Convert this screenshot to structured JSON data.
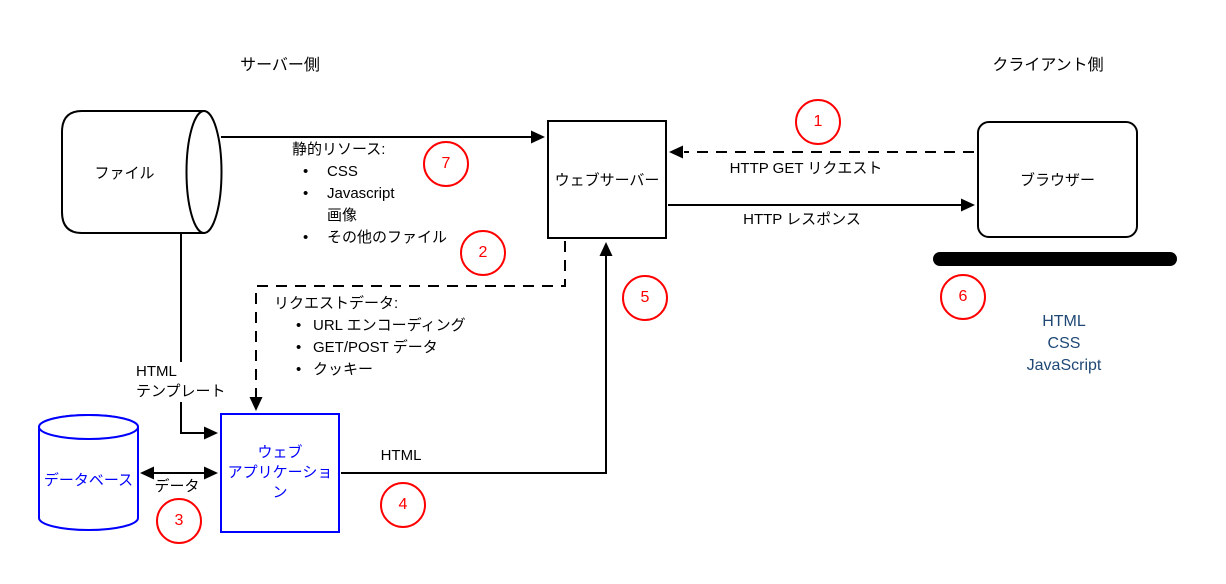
{
  "diagram": {
    "regions": {
      "server_side": "サーバー側",
      "client_side": "クライアント側"
    },
    "nodes": {
      "file": {
        "label": "ファイル"
      },
      "web_server": {
        "label": "ウェブサーバー"
      },
      "browser": {
        "label": "ブラウザー"
      },
      "database": {
        "label": "データベース"
      },
      "web_app": {
        "line1": "ウェブ",
        "line2": "アプリケーション"
      }
    },
    "edge_labels": {
      "http_get_request": "HTTP GET リクエスト",
      "http_response": "HTTP レスポンス",
      "html_template_line1": "HTML",
      "html_template_line2": "テンプレート",
      "data": "データ",
      "html": "HTML"
    },
    "static_resources": {
      "title": "静的リソース:",
      "item1": "CSS",
      "item2": "Javascript",
      "item2_cont": "画像",
      "item3": "その他のファイル"
    },
    "request_data": {
      "title": "リクエストデータ:",
      "item1": "URL エンコーディング",
      "item2": "GET/POST データ",
      "item3": "クッキー"
    },
    "browser_output": {
      "line1": "HTML",
      "line2": "CSS",
      "line3": "JavaScript"
    },
    "steps": {
      "s1": "1",
      "s2": "2",
      "s3": "3",
      "s4": "4",
      "s5": "5",
      "s6": "6",
      "s7": "7"
    },
    "colors": {
      "node_blue": "#0000ff",
      "output_blue": "#1f4876",
      "step_red": "#ff0000",
      "line_black": "#000000"
    }
  }
}
